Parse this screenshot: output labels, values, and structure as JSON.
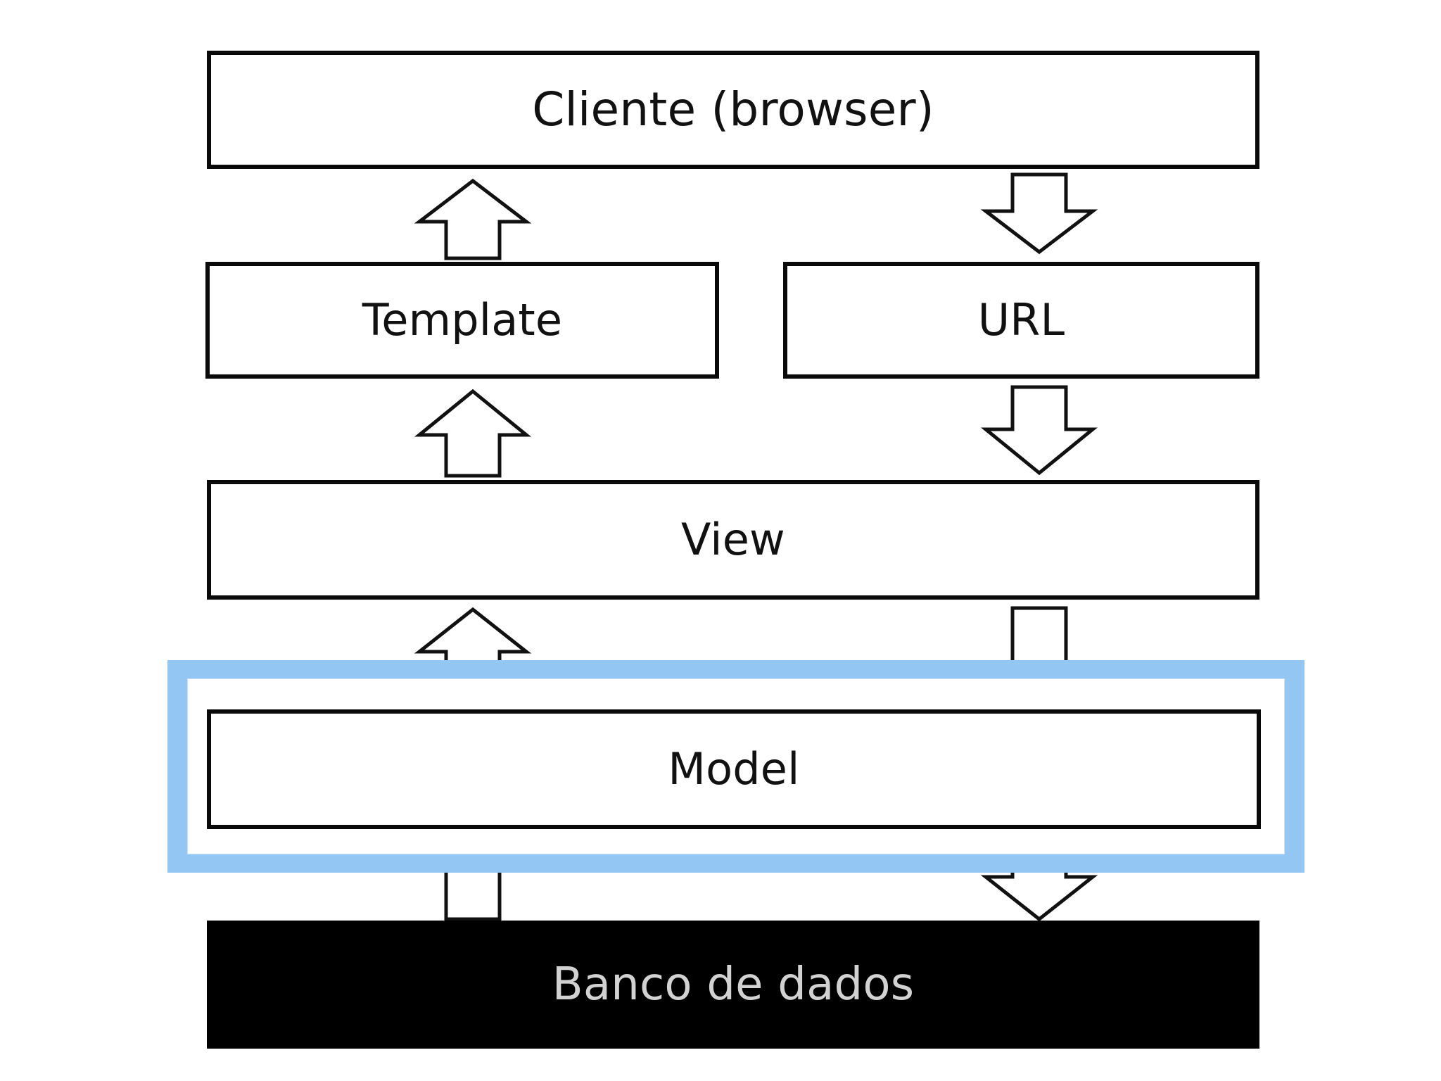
{
  "diagram": {
    "title": "Django MVT request/response flow",
    "background_color": "#ffffff",
    "highlight_color": "#93c6f2",
    "nodes": [
      {
        "id": "client",
        "label": "Cliente (browser)",
        "fill": "#ffffff",
        "text_color": "#111111"
      },
      {
        "id": "template",
        "label": "Template",
        "fill": "#ffffff",
        "text_color": "#111111"
      },
      {
        "id": "url",
        "label": "URL",
        "fill": "#ffffff",
        "text_color": "#111111"
      },
      {
        "id": "view",
        "label": "View",
        "fill": "#ffffff",
        "text_color": "#111111"
      },
      {
        "id": "model",
        "label": "Model",
        "fill": "#ffffff",
        "text_color": "#111111",
        "highlighted": true
      },
      {
        "id": "database",
        "label": "Banco de dados",
        "fill": "#000000",
        "text_color": "#d2d2d2"
      }
    ],
    "arrows": [
      {
        "id": "template-to-client",
        "direction": "up",
        "from": "template",
        "to": "client"
      },
      {
        "id": "client-to-url",
        "direction": "down",
        "from": "client",
        "to": "url"
      },
      {
        "id": "view-to-template",
        "direction": "up",
        "from": "view",
        "to": "template"
      },
      {
        "id": "url-to-view",
        "direction": "down",
        "from": "url",
        "to": "view"
      },
      {
        "id": "model-to-view",
        "direction": "up",
        "from": "model",
        "to": "view"
      },
      {
        "id": "view-to-model",
        "direction": "down",
        "from": "view",
        "to": "model"
      },
      {
        "id": "database-to-model",
        "direction": "up",
        "from": "database",
        "to": "model"
      },
      {
        "id": "model-to-database",
        "direction": "down",
        "from": "model",
        "to": "database"
      }
    ]
  }
}
